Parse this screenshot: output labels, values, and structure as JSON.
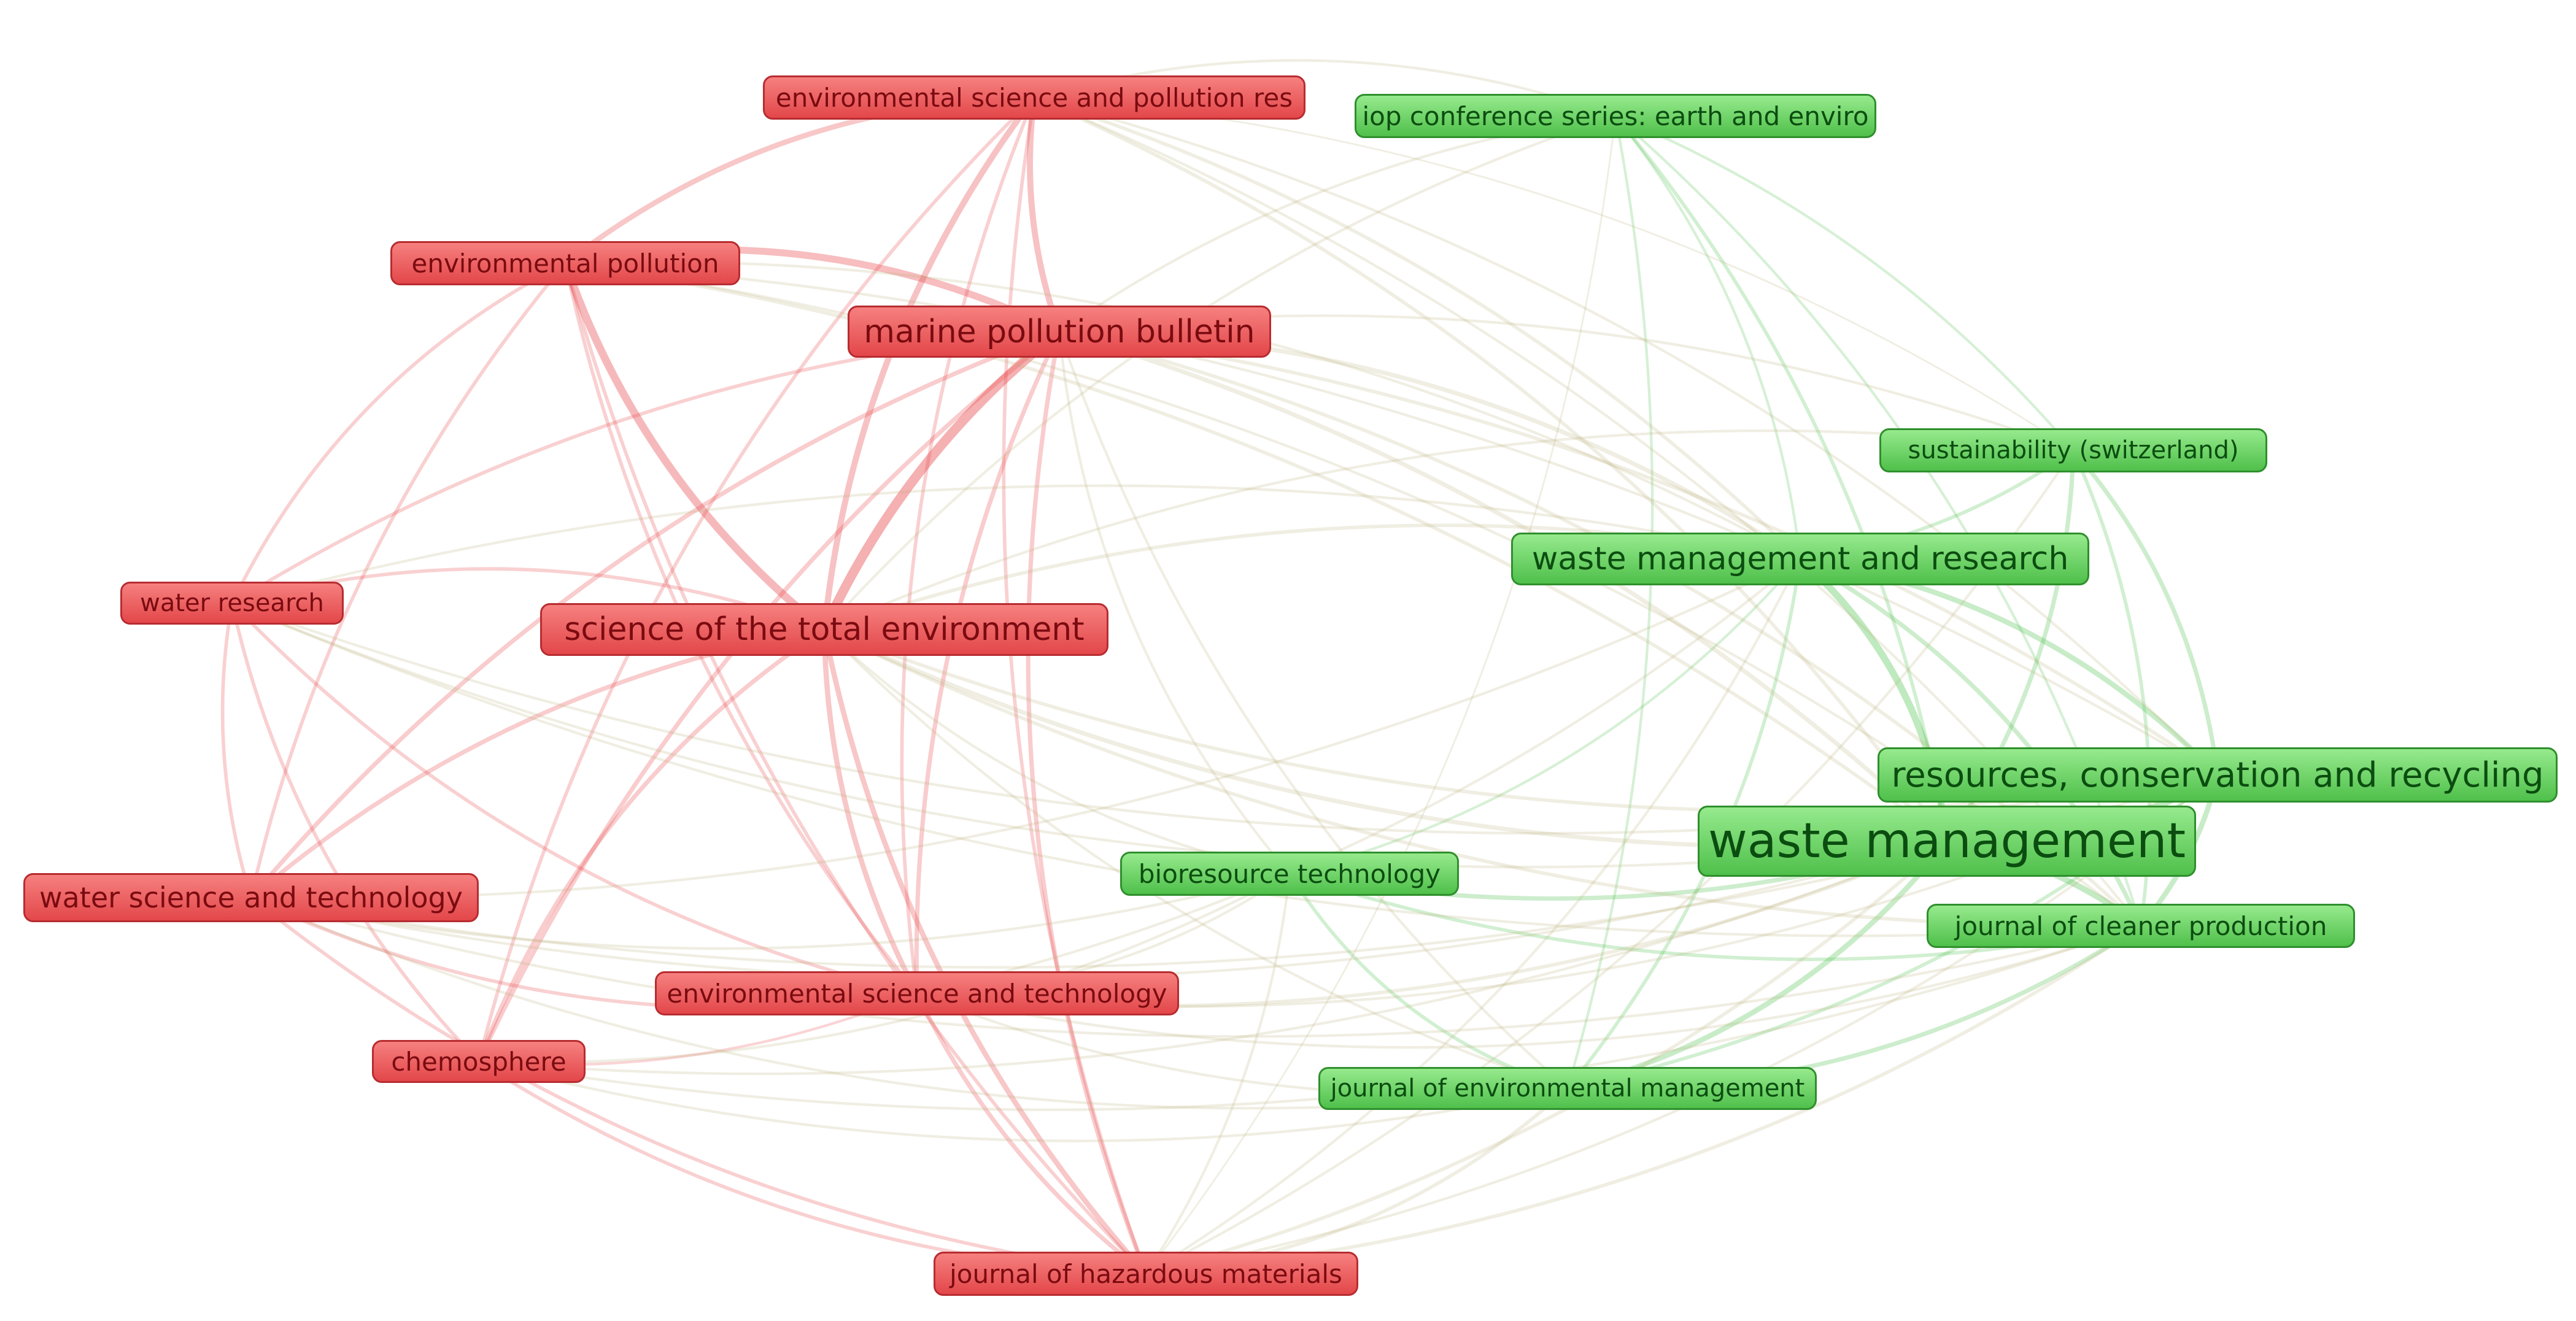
{
  "clusters": {
    "red": {
      "color": "#e8474b"
    },
    "green": {
      "color": "#4cc04a"
    }
  },
  "nodes": [
    {
      "id": "espr",
      "label": "environmental science and pollution res",
      "cluster": "red"
    },
    {
      "id": "ioc",
      "label": "iop conference series: earth and enviro",
      "cluster": "green"
    },
    {
      "id": "ep",
      "label": "environmental pollution",
      "cluster": "red"
    },
    {
      "id": "mpb",
      "label": "marine pollution bulletin",
      "cluster": "red"
    },
    {
      "id": "sus",
      "label": "sustainability (switzerland)",
      "cluster": "green"
    },
    {
      "id": "wmr",
      "label": "waste management and research",
      "cluster": "green"
    },
    {
      "id": "wr",
      "label": "water research",
      "cluster": "red"
    },
    {
      "id": "stoten",
      "label": "science of the total environment",
      "cluster": "red"
    },
    {
      "id": "rcr",
      "label": "resources, conservation and recycling",
      "cluster": "green"
    },
    {
      "id": "wm",
      "label": "waste management",
      "cluster": "green"
    },
    {
      "id": "bt",
      "label": "bioresource technology",
      "cluster": "green"
    },
    {
      "id": "wst",
      "label": "water science and technology",
      "cluster": "red"
    },
    {
      "id": "jcp",
      "label": "journal of cleaner production",
      "cluster": "green"
    },
    {
      "id": "est",
      "label": "environmental science and technology",
      "cluster": "red"
    },
    {
      "id": "chem",
      "label": "chemosphere",
      "cluster": "red"
    },
    {
      "id": "jem",
      "label": "journal of environmental management",
      "cluster": "green"
    },
    {
      "id": "jhm",
      "label": "journal of hazardous materials",
      "cluster": "red"
    }
  ]
}
